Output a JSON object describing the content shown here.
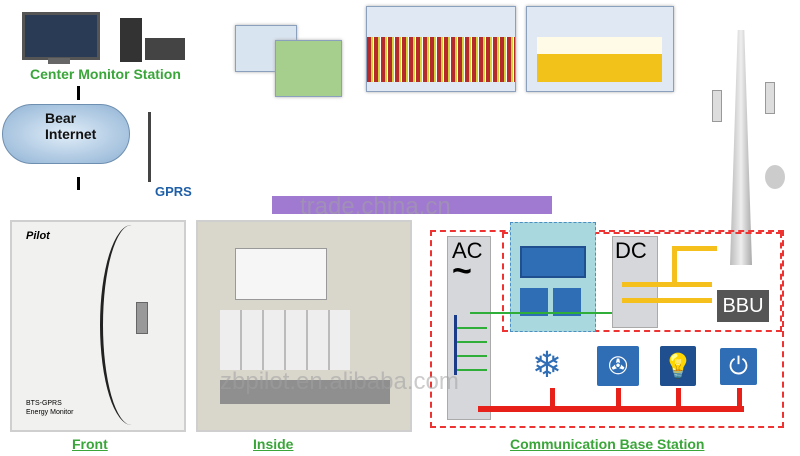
{
  "center_station": {
    "title": "Center Monitor Station"
  },
  "internet": {
    "label": "Bear Internet"
  },
  "gprs": {
    "label": "GPRS"
  },
  "cabinet": {
    "brand": "Pilot",
    "model": "BTS-GPRS",
    "subtitle": "Energy Monitor",
    "front_label": "Front",
    "inside_label": "Inside"
  },
  "base_station": {
    "title": "Communication Base Station",
    "ac_label": "AC",
    "ac_symbol": "~",
    "dc_label": "DC",
    "bbu_label": "BBU"
  },
  "loads": [
    {
      "icon": "snowflake-icon"
    },
    {
      "icon": "fan-icon"
    },
    {
      "icon": "light-bulb-icon"
    },
    {
      "icon": "power-socket-icon"
    }
  ],
  "watermarks": [
    "trade.china.cn",
    "zbpilot.en.alibaba.com"
  ],
  "colors": {
    "label_green": "#3aa63a",
    "gprs_blue": "#1f5fa8",
    "purple_bar": "#a07ad0",
    "power_red": "#e8201a",
    "dc_yellow": "#f5bf1c",
    "signal_green": "#2fae3a",
    "panel_teal": "#a9d8df",
    "icon_blue": "#2f6db5",
    "bbu_gray": "#555555"
  }
}
